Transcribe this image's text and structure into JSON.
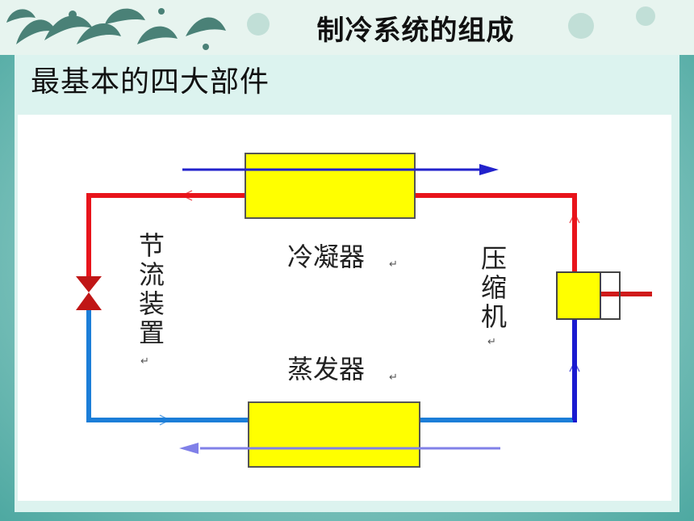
{
  "slide": {
    "title": "制冷系统的组成",
    "subtitle": "最基本的四大部件"
  },
  "diagram": {
    "labels": {
      "condenser": "冷凝器",
      "evaporator": "蒸发器",
      "compressor": "压缩机",
      "throttle": "节流装置"
    },
    "colors": {
      "high_pressure_line": "#e8141b",
      "low_pressure_line": "#1c7ed8",
      "discharge_line": "#1a1ad0",
      "component_fill": "#ffff00",
      "coolant_arrow": "#2222cc",
      "evap_air_arrow": "#8080e8",
      "frame_teal": "#5fb3ad"
    }
  }
}
